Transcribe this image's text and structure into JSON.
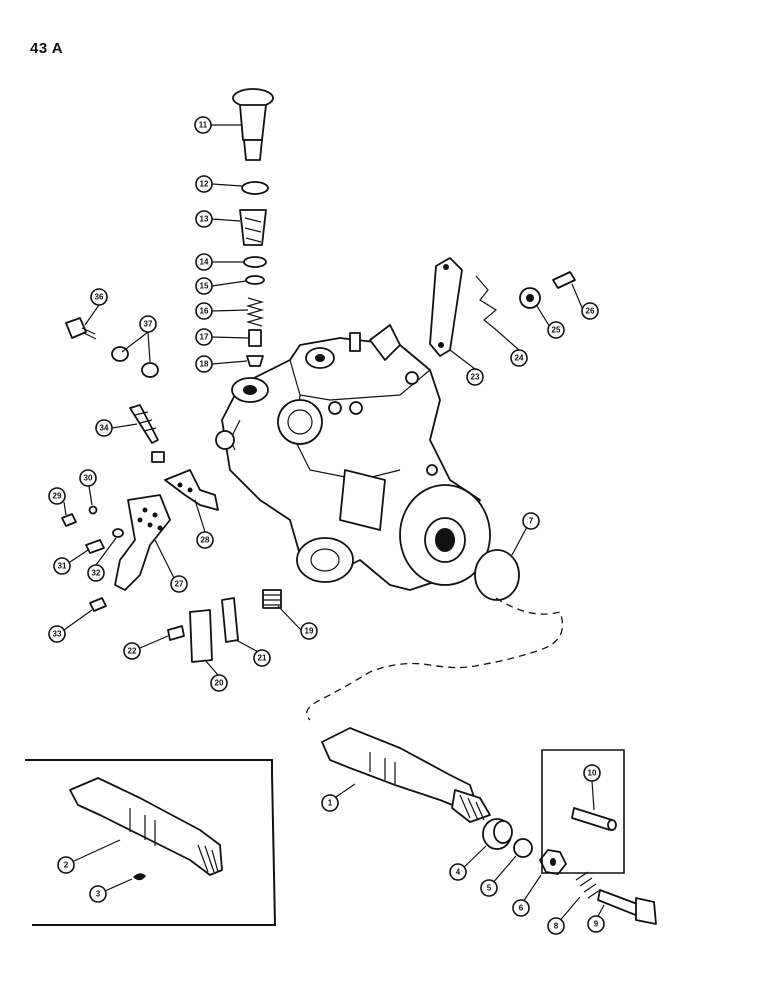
{
  "page_label": "43 A",
  "callouts": [
    "1",
    "2",
    "3",
    "4",
    "5",
    "6",
    "7",
    "8",
    "9",
    "10",
    "11",
    "12",
    "13",
    "14",
    "15",
    "16",
    "17",
    "18",
    "19",
    "20",
    "21",
    "22",
    "23",
    "24",
    "25",
    "26",
    "27",
    "28",
    "29",
    "30",
    "31",
    "32",
    "33",
    "34",
    "36",
    "37"
  ]
}
